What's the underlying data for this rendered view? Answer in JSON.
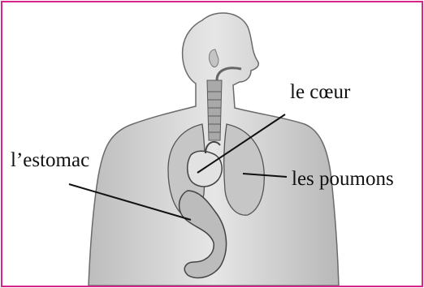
{
  "labels": {
    "heart": "le cœur",
    "stomach": "l’estomac",
    "lungs": "les poumons"
  },
  "colors": {
    "frame": "#d6248a",
    "body_fill": "#d9d9d9",
    "body_stroke": "#6a6a6a",
    "organ_fill": "#c9c9c9",
    "leader_line": "#111111"
  }
}
